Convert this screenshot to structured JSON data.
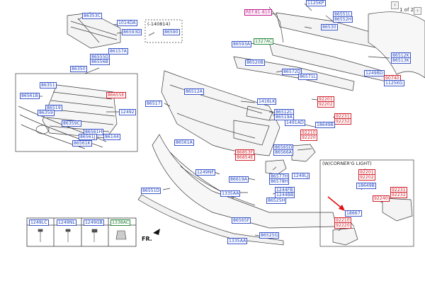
{
  "pager": {
    "text": "1 of 2",
    "prev_icon": "chevron-left-icon",
    "next_icon": "chevron-right-icon"
  },
  "notes": {
    "date_code": "(-140814)",
    "corner_light": "(W/CORNER'G LIGHT)",
    "front": "FR."
  },
  "fastener_table": {
    "headers": [
      "1249LC",
      "1249NL",
      "1249GB",
      "1338AC"
    ]
  },
  "labels": {
    "l86353C": "86353C",
    "l1014DA": "1014DA",
    "l86593D_a": "86593D",
    "l86590": "86590",
    "l86157A": "86157A",
    "l86555D": "86555D",
    "l86556B": "86556B",
    "l86350": "86350",
    "l86351": "86351",
    "l86655E": "86655E",
    "l86561B": "86561B",
    "l86519": "86519",
    "l86359": "86359",
    "l12492": "12492",
    "l86359C": "86359C",
    "l86561H": "86561H",
    "l86561J": "86561J",
    "l86144": "86144",
    "l86561K": "86561K",
    "lREF": "REF.81-810",
    "l1125KP": "1125KP",
    "l86551L": "86551L",
    "l86552H": "86552H",
    "l86530": "86530",
    "l1327AC": "1327AC",
    "l86593A": "86593A",
    "l86520B": "86520B",
    "l86572D": "86572D",
    "l86571L": "86571L",
    "l86512K": "86512K",
    "l86513K": "86513K",
    "l1249BD": "1249BD",
    "l90740": "90740",
    "l1125KG": "1125KG",
    "l86512A": "86512A",
    "l86517": "86517",
    "l1416LK": "1416LK",
    "l86512C": "86512C",
    "l86519A": "86519A",
    "l1491AD": "1491AD",
    "l86561A": "86561A",
    "l86853F": "86853F",
    "l86854E": "86854E",
    "l92201": "92201",
    "l92202": "92202",
    "l92231": "92231",
    "l92232": "92232",
    "l18649B": "18649B",
    "l92210": "92210",
    "l92220": "92220",
    "l86565D": "86565D",
    "l86566A": "86566A",
    "l1249NF": "1249NF",
    "l86619A": "86619A",
    "l86577H": "86577H",
    "l86578H": "86578H",
    "l1249LJ": "1249LJ",
    "l1335AA_a": "1335AA",
    "l1244FB": "1244FB",
    "l1244BB": "1244BB",
    "l86525H": "86525H",
    "l86551D": "86551D",
    "l86565F": "86565F",
    "l86525G": "86525G",
    "l1335AA_b": "1335AA",
    "c92201": "92201",
    "c92202": "92202",
    "c92231": "92231",
    "c92232": "92232",
    "c18649B": "18649B",
    "c92240": "92240",
    "c18667": "18667",
    "c92210": "92210",
    "c92220": "92220"
  },
  "colors": {
    "line": "#3a3a3a",
    "label_blue": "#1a3fbf",
    "label_red": "#d0202a",
    "label_green": "#197a2f",
    "label_magenta": "#c0168a",
    "arrow": "#e01010"
  }
}
